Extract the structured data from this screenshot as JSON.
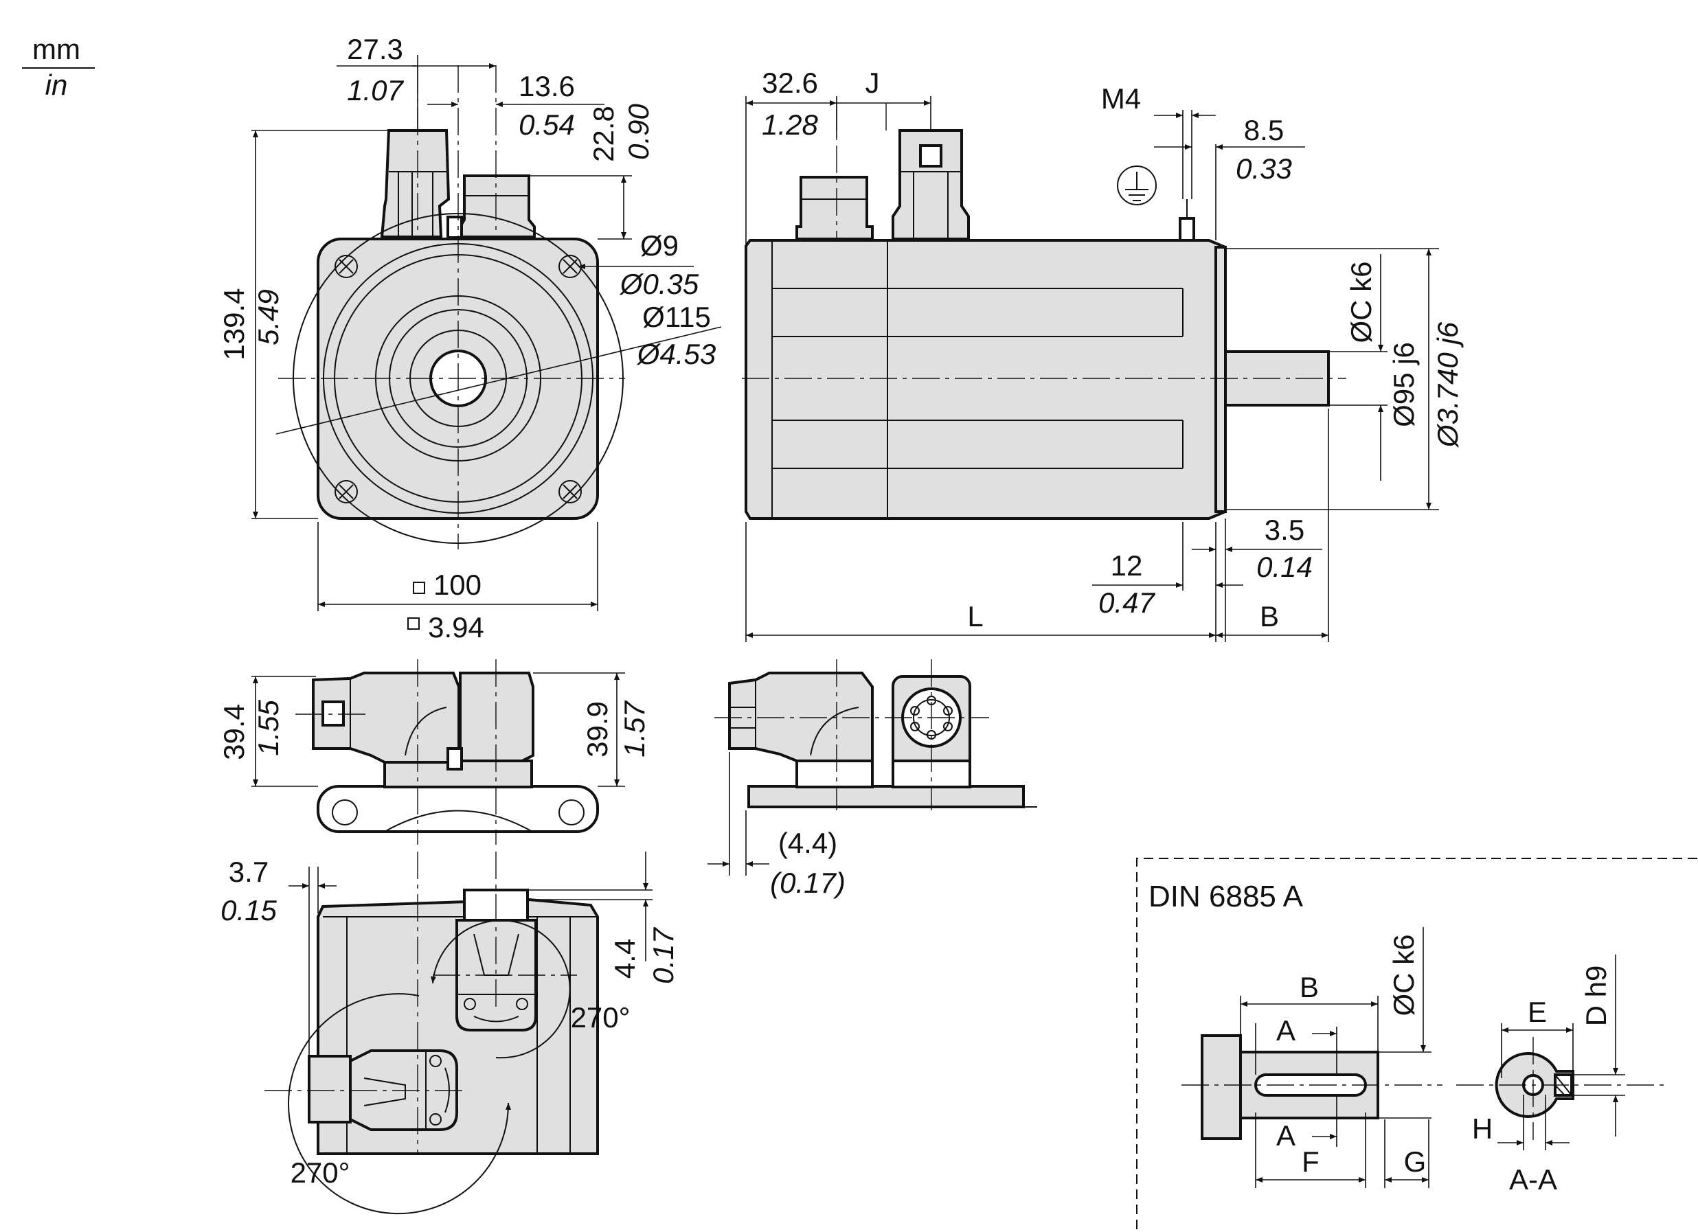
{
  "units": {
    "top": "mm",
    "bottom": "in"
  },
  "front_view": {
    "d_27_3": {
      "mm": "27.3",
      "in": "1.07"
    },
    "d_13_6": {
      "mm": "13.6",
      "in": "0.54"
    },
    "d_22_8": {
      "mm": "22.8",
      "in": "0.90"
    },
    "d_139_4": {
      "mm": "139.4",
      "in": "5.49"
    },
    "hole": {
      "mm": "Ø9",
      "in": "Ø0.35"
    },
    "bolt_circle": {
      "mm": "Ø115",
      "in": "Ø4.53"
    },
    "flange": {
      "mm": "100",
      "in": "3.94"
    }
  },
  "side_view": {
    "d_32_6": {
      "mm": "32.6",
      "in": "1.28"
    },
    "j_label": "J",
    "m4_label": "M4",
    "d_8_5": {
      "mm": "8.5",
      "in": "0.33"
    },
    "shaft_dia": "ØC k6",
    "pilot_mm": "Ø95 j6",
    "pilot_in": "Ø3.740 j6",
    "d_3_5": {
      "mm": "3.5",
      "in": "0.14"
    },
    "d_12": {
      "mm": "12",
      "in": "0.47"
    },
    "l_label": "L",
    "b_label": "B"
  },
  "connector_view": {
    "d_39_4": {
      "mm": "39.4",
      "in": "1.55"
    },
    "d_39_9": {
      "mm": "39.9",
      "in": "1.57"
    },
    "d_4_4_paren": {
      "mm": "(4.4)",
      "in": "(0.17)"
    }
  },
  "top_view": {
    "d_3_7": {
      "mm": "3.7",
      "in": "0.15"
    },
    "d_4_4": {
      "mm": "4.4",
      "in": "0.17"
    },
    "rot_a": "270°",
    "rot_b": "270°"
  },
  "din_detail": {
    "title": "DIN 6885 A",
    "b": "B",
    "a_top": "A",
    "a_bottom": "A",
    "f": "F",
    "g": "G",
    "shaft": "ØC k6",
    "e": "E",
    "d": "D h9",
    "h": "H",
    "section": "A-A"
  }
}
